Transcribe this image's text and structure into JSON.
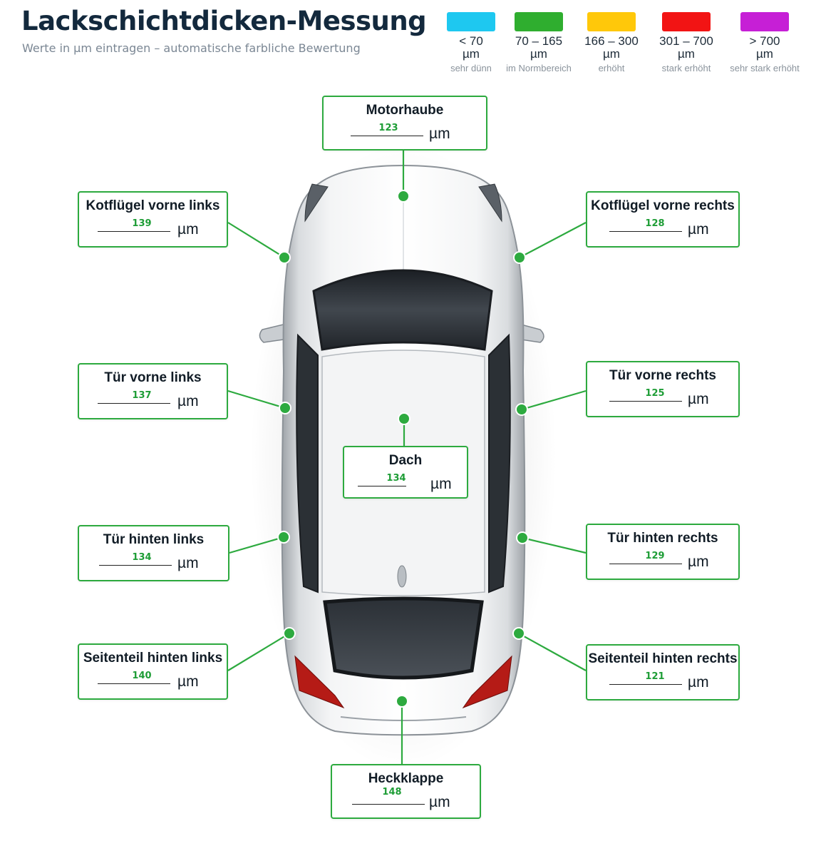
{
  "title": "Lackschichtdicken-Messung",
  "subtitle": "Werte in µm eintragen – automatische farbliche Bewertung",
  "legend": [
    {
      "range": "< 70",
      "unit": "µm",
      "desc": "sehr dünn",
      "color": "#1ec8f0"
    },
    {
      "range": "70 – 165",
      "unit": "µm",
      "desc": "im Normbereich",
      "color": "#2fae2f"
    },
    {
      "range": "166 – 300",
      "unit": "µm",
      "desc": "erhöht",
      "color": "#ffc80a"
    },
    {
      "range": "301 – 700",
      "unit": "µm",
      "desc": "stark erhöht",
      "color": "#f21414"
    },
    {
      "range": "> 700",
      "unit": "µm",
      "desc": "sehr stark erhöht",
      "color": "#c61fd6"
    }
  ],
  "accent_color": "#2daa3f",
  "unit": "µm",
  "panels": [
    {
      "label": "Motorhaube",
      "value": "123"
    },
    {
      "label": "Kotflügel vorne links",
      "value": "139"
    },
    {
      "label": "Kotflügel vorne rechts",
      "value": "128"
    },
    {
      "label": "Tür vorne links",
      "value": "137"
    },
    {
      "label": "Tür vorne rechts",
      "value": "125"
    },
    {
      "label": "Dach",
      "value": "134"
    },
    {
      "label": "Tür hinten links",
      "value": "134"
    },
    {
      "label": "Tür hinten rechts",
      "value": "129"
    },
    {
      "label": "Seitenteil hinten links",
      "value": "140"
    },
    {
      "label": "Seitenteil hinten rechts",
      "value": "121"
    },
    {
      "label": "Heckklappe",
      "value": "148"
    }
  ]
}
